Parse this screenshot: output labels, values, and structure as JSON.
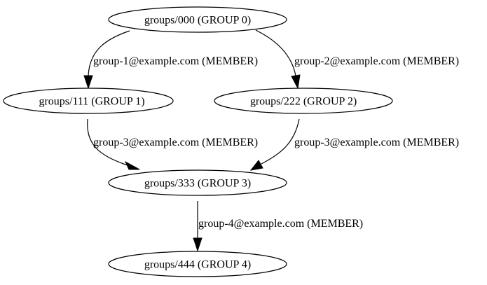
{
  "graph": {
    "type": "directed",
    "colors": {
      "stroke": "#000000",
      "background": "#ffffff",
      "text": "#000000"
    },
    "nodes": [
      {
        "id": "000",
        "label": "groups/000 (GROUP 0)"
      },
      {
        "id": "111",
        "label": "groups/111 (GROUP 1)"
      },
      {
        "id": "222",
        "label": "groups/222 (GROUP 2)"
      },
      {
        "id": "333",
        "label": "groups/333 (GROUP 3)"
      },
      {
        "id": "444",
        "label": "groups/444 (GROUP 4)"
      }
    ],
    "edges": [
      {
        "from": "000",
        "to": "111",
        "label": "group-1@example.com (MEMBER)"
      },
      {
        "from": "000",
        "to": "222",
        "label": "group-2@example.com (MEMBER)"
      },
      {
        "from": "111",
        "to": "333",
        "label": "group-3@example.com (MEMBER)"
      },
      {
        "from": "222",
        "to": "333",
        "label": "group-3@example.com (MEMBER)"
      },
      {
        "from": "333",
        "to": "444",
        "label": "group-4@example.com (MEMBER)"
      }
    ]
  }
}
